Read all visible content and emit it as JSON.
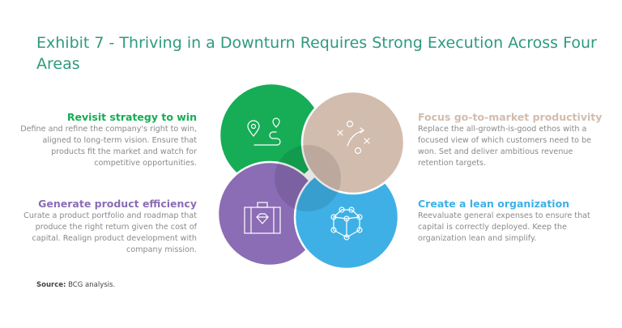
{
  "title": "Exhibit 7 - Thriving in a Downturn Requires Strong Execution Across Four Areas",
  "areas": [
    {
      "heading": "Revisit strategy to win",
      "text": "Define and refine the company's right to win, aligned to long-term vision. Ensure that products fit the market and watch for competitive opportunities.",
      "color": "#16ad56",
      "icon": "map-route-icon"
    },
    {
      "heading": "Focus go-to-market productivity",
      "text": "Replace the all-growth-is-good ethos with a focused view of which customers need to be won. Set and deliver ambitious revenue retention targets.",
      "color": "#d2bcae",
      "icon": "strategy-play-icon"
    },
    {
      "heading": "Generate product efficiency",
      "text": "Curate a product portfolio and roadmap that produce the right return given the cost of capital. Realign product development with company mission.",
      "color": "#8a6db4",
      "icon": "briefcase-diamond-icon"
    },
    {
      "heading": "Create a lean organization",
      "text": "Reevaluate general expenses to ensure that capital is correctly deployed. Keep the organization lean and simplify.",
      "color": "#3eb0e6",
      "icon": "network-cube-icon"
    }
  ],
  "source_label": "Source:",
  "source_text": " BCG analysis."
}
